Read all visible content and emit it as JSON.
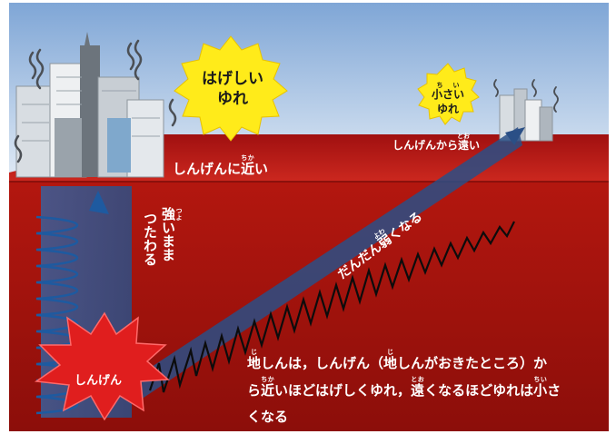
{
  "labels": {
    "strong_shaking": "はげしい\nゆれ",
    "weak_shaking_small": "小さい",
    "weak_shaking_yure": "ゆれ",
    "weak_shaking_small_ruby": "ちい",
    "near_epicenter_pre": "しんげんに",
    "near_epicenter_kanji": "近",
    "near_epicenter_ruby": "ちか",
    "near_epicenter_post": "い",
    "far_epicenter_pre": "しんげんから",
    "far_epicenter_kanji": "遠",
    "far_epicenter_ruby": "とお",
    "far_epicenter_post": "い",
    "strong_travel_col1_kanji": "強",
    "strong_travel_col1_ruby": "つよ",
    "strong_travel_col1_rest": "いまま",
    "strong_travel_col2": "つたわる",
    "weakening_pre": "だんだん",
    "weakening_kanji": "弱",
    "weakening_ruby": "よわ",
    "weakening_post": "くなる",
    "hypocenter": "しんげん"
  },
  "caption": {
    "p1_kanji": "地",
    "p1_ruby": "じ",
    "p1_text": "しんは，しんげん（",
    "p2_kanji": "地",
    "p2_ruby": "じ",
    "p2_text": "しんがおきたところ）か",
    "p3_text": "ら",
    "p4_kanji": "近",
    "p4_ruby": "ちか",
    "p4_text": "いほどはげしくゆれ，",
    "p5_kanji": "遠",
    "p5_ruby": "とお",
    "p5_text": "くなるほどゆれは",
    "p6_kanji": "小",
    "p6_ruby": "ちい",
    "p6_text": "さ",
    "p7_text": "くなる"
  },
  "colors": {
    "sky_top": "#7fa6d6",
    "sky_bottom": "#e3ecf6",
    "ground_top": "#c81e1e",
    "ground_body": "#a8140f",
    "wave_blue": "#2a5f9e",
    "burst_yellow": "#ffeb1a",
    "hypocenter_red": "#e01e1e"
  }
}
